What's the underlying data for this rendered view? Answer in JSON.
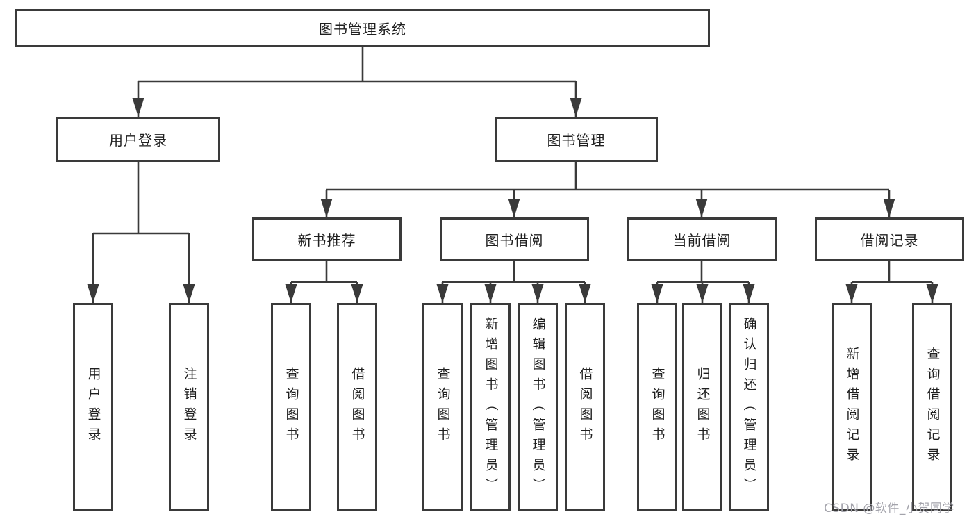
{
  "tree": {
    "label": "图书管理系统",
    "children": [
      {
        "label": "用户登录",
        "children": [
          {
            "label": "用户登录"
          },
          {
            "label": "注销登录"
          }
        ]
      },
      {
        "label": "图书管理",
        "children": [
          {
            "label": "新书推荐",
            "children": [
              {
                "label": "查询图书"
              },
              {
                "label": "借阅图书"
              }
            ]
          },
          {
            "label": "图书借阅",
            "children": [
              {
                "label": "查询图书"
              },
              {
                "label": "新增图书（管理员）"
              },
              {
                "label": "编辑图书（管理员）"
              },
              {
                "label": "借阅图书"
              }
            ]
          },
          {
            "label": "当前借阅",
            "children": [
              {
                "label": "查询图书"
              },
              {
                "label": "归还图书"
              },
              {
                "label": "确认归还（管理员）"
              }
            ]
          },
          {
            "label": "借阅记录",
            "children": [
              {
                "label": "新增借阅记录"
              },
              {
                "label": "查询借阅记录"
              }
            ]
          }
        ]
      }
    ]
  },
  "watermark": {
    "text": "CSDN @软件_小贺同学"
  },
  "colors": {
    "line": "#3a3a3a",
    "box_border": "#3a3a3a",
    "text": "#1f1f1f",
    "watermark": "#a3a3ab",
    "background": "#ffffff"
  }
}
